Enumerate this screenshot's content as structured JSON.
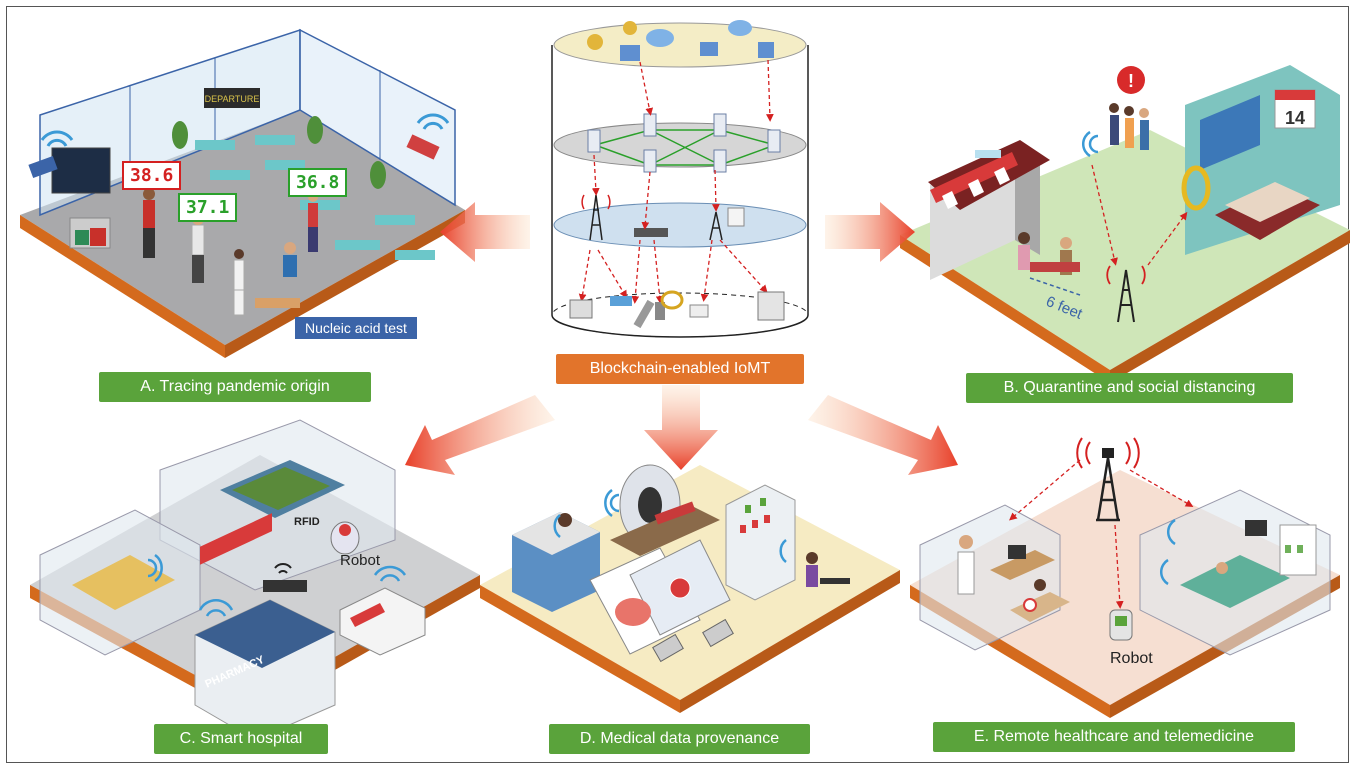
{
  "center_label": "Blockchain-enabled IoMT",
  "panels": {
    "a": {
      "label": "A. Tracing pandemic origin",
      "departure_sign": "DEPARTURE",
      "temps": [
        "38.6",
        "37.1",
        "36.8"
      ],
      "test_tag": "Nucleic acid test"
    },
    "b": {
      "label": "B. Quarantine and social distancing",
      "distance": "6 feet",
      "calendar_day": "14"
    },
    "c": {
      "label": "C. Smart  hospital",
      "rfid": "RFID",
      "robot": "Robot",
      "pharmacy": "PHARMACY"
    },
    "d": {
      "label": "D. Medical data provenance"
    },
    "e": {
      "label": "E. Remote healthcare and telemedicine",
      "robot": "Robot"
    }
  },
  "colors": {
    "panel_green": "#5aa33b",
    "center_orange": "#e2742b",
    "tag_blue": "#3b64a8",
    "arrow_red": "#e8402a",
    "link_red": "#d42020"
  }
}
